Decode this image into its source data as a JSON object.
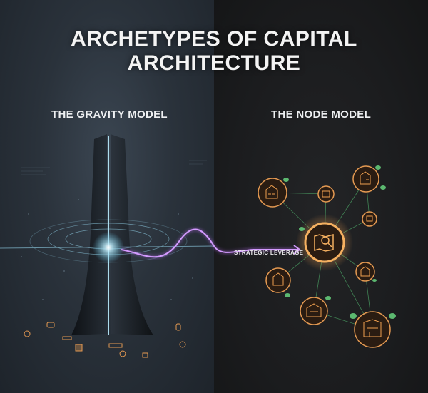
{
  "header": {
    "title_line1": "ARCHETYPES OF CAPITAL",
    "title_line2": "ARCHITECTURE"
  },
  "panels": {
    "left": {
      "label": "THE GRAVITY MODEL",
      "background": "#2c343d"
    },
    "right": {
      "label": "THE NODE MODEL",
      "background": "#1b1c1e"
    }
  },
  "connector": {
    "label": "STRATEGIC LEVERAGE",
    "color": "#b66cf0"
  },
  "nodes": [
    {
      "icon": "house-icon",
      "role": "satellite"
    },
    {
      "icon": "storefront-icon",
      "role": "satellite"
    },
    {
      "icon": "house-icon",
      "role": "satellite"
    },
    {
      "icon": "building-icon",
      "role": "satellite"
    },
    {
      "icon": "map-search-icon",
      "role": "hub"
    },
    {
      "icon": "house-icon",
      "role": "satellite"
    },
    {
      "icon": "house-icon",
      "role": "satellite"
    },
    {
      "icon": "house-icon",
      "role": "satellite"
    },
    {
      "icon": "building-icon",
      "role": "satellite"
    }
  ],
  "colors": {
    "accent_orange": "#f0a050",
    "link_green": "#58c878",
    "leaf_green": "#5cb870",
    "tower_glow": "#9fe6ff",
    "title_text": "#f4f4f4"
  }
}
